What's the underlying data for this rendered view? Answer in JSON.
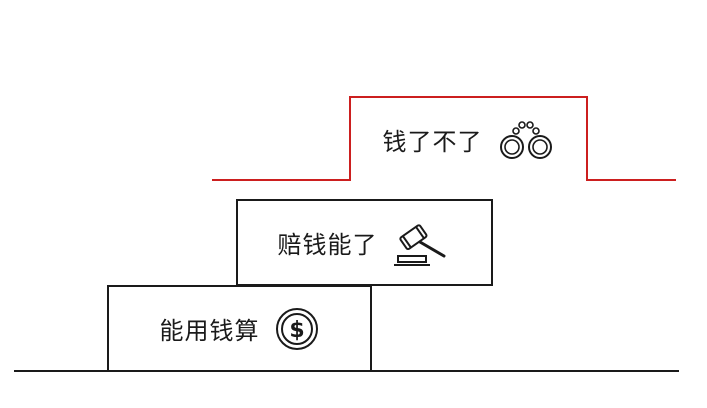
{
  "steps": [
    {
      "label": "能用钱算",
      "icon": "dollar-coin-icon"
    },
    {
      "label": "赔钱能了",
      "icon": "gavel-icon"
    },
    {
      "label": "钱了不了",
      "icon": "handcuffs-icon"
    }
  ],
  "colors": {
    "line": "#1a1a1a",
    "accent": "#cc1f1f"
  }
}
